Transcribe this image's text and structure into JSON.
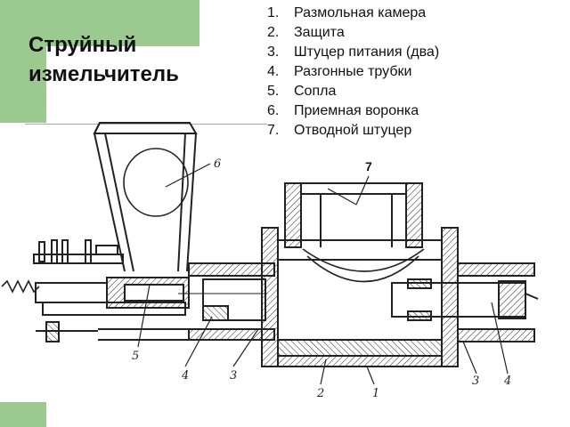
{
  "title": {
    "line1": "Струйный",
    "line2": "измельчитель"
  },
  "legend": [
    {
      "num": "1.",
      "text": "Размольная камера"
    },
    {
      "num": "2.",
      "text": "Защита"
    },
    {
      "num": "3.",
      "text": "Штуцер питания (два)"
    },
    {
      "num": "4.",
      "text": "Разгонные трубки"
    },
    {
      "num": "5.",
      "text": "Сопла"
    },
    {
      "num": "6.",
      "text": "Приемная воронка"
    },
    {
      "num": "7.",
      "text": "Отводной штуцер"
    }
  ],
  "drawing": {
    "label_outlet": "7",
    "callouts": {
      "funnel": "6",
      "nozzle": "5",
      "tube_left": "4",
      "feed_left": "3",
      "shield": "2",
      "chamber": "1",
      "feed_right": "3",
      "tube_right": "4"
    }
  },
  "colors": {
    "accent_green": "#9bc98f",
    "ink": "#222222"
  }
}
